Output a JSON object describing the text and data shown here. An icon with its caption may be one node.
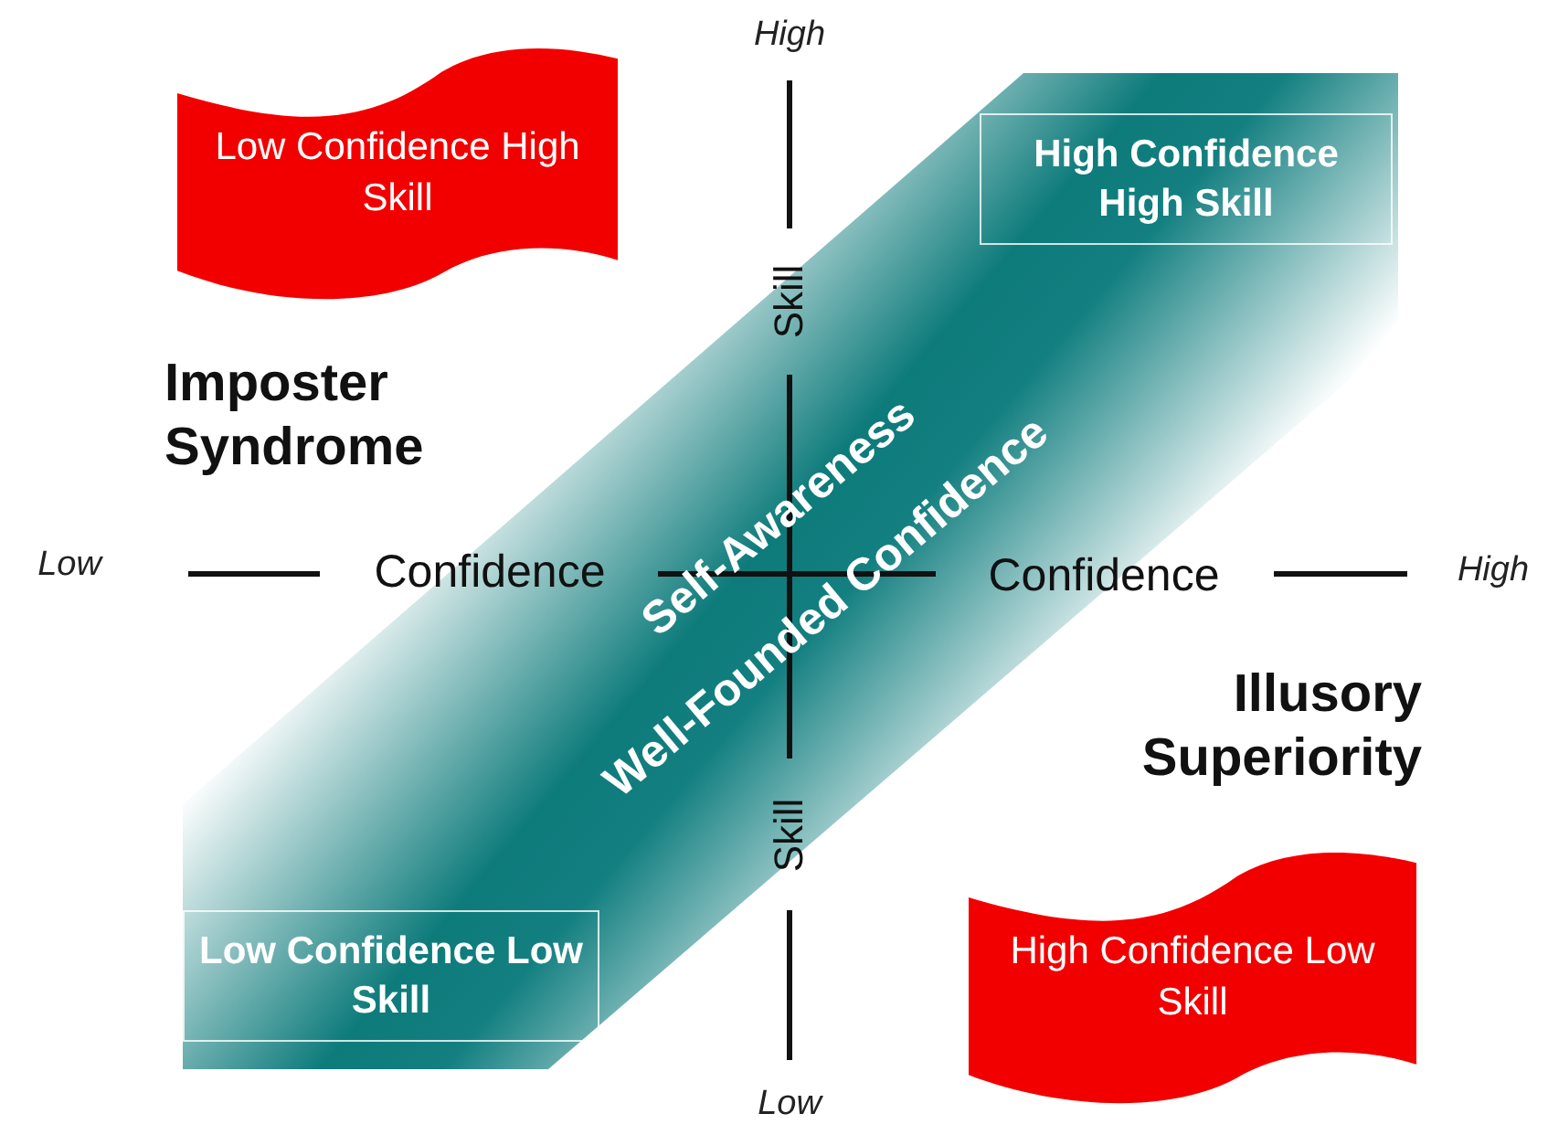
{
  "diagram": {
    "nodes": [
      {
        "text": [
          "Low Confidence High Skill"
        ]
      },
      {
        "text": [
          "High Confidence High Skill"
        ]
      },
      {
        "text": [
          "Low Confidence Low Skill"
        ]
      },
      {
        "text": [
          "High Confidence Low Skill"
        ]
      }
    ],
    "labels": [
      "High",
      "Imposter Syndrome",
      "Skill",
      "Low",
      "Confidence",
      "Confidence",
      "High",
      "Self-Awareness",
      "Well-Founded Confidence",
      "Illusory Superiority",
      "Skill",
      "Low"
    ]
  }
}
